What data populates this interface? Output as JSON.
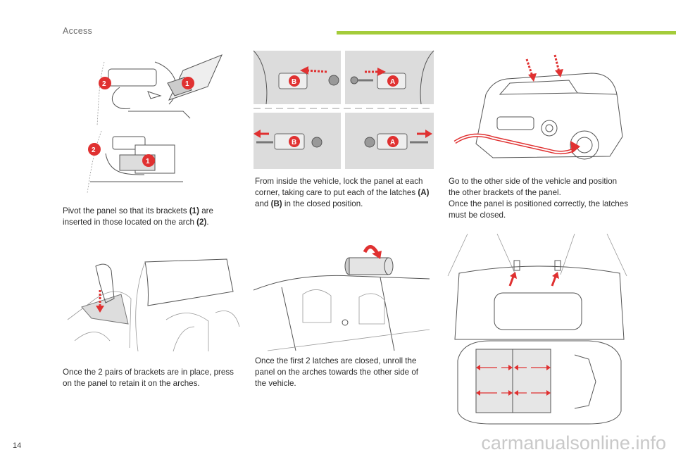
{
  "header": {
    "section": "Access",
    "accent_color": "#a4cc3a"
  },
  "captions": {
    "c1_pre": "Pivot the panel so that its brackets ",
    "c1_b1": "(1)",
    "c1_mid": " are inserted in those located on the arch ",
    "c1_b2": "(2)",
    "c1_end": ".",
    "c2_pre": "From inside the vehicle, lock the panel at each corner, taking care to put each of the latches ",
    "c2_bA": "(A)",
    "c2_and": " and ",
    "c2_bB": "(B)",
    "c2_end": " in the closed position.",
    "c3_l1": "Go to the other side of the vehicle and position the other brackets of the panel.",
    "c3_l2": "Once the panel is positioned correctly, the latches must be closed.",
    "c4": "Once the 2 pairs of brackets are in place, press on the panel to retain it on the arches.",
    "c5": "Once the first 2 latches are closed, unroll the panel on the arches towards the other side of the vehicle."
  },
  "labels": {
    "one": "1",
    "two": "2",
    "a": "A",
    "b": "B"
  },
  "footer": {
    "page_number": "14",
    "watermark": "carmanualsonline.info"
  },
  "colors": {
    "callout_red": "#e03131"
  }
}
